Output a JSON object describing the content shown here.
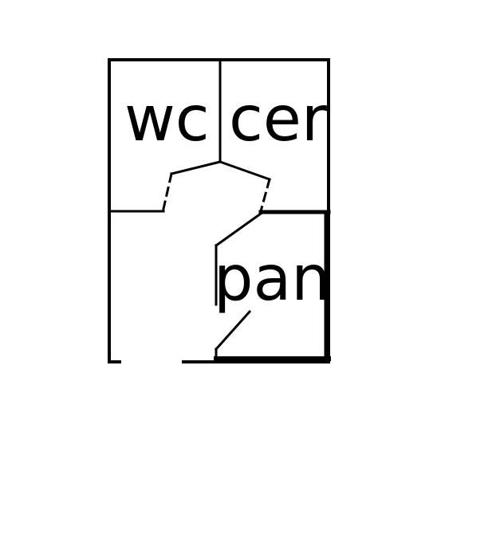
{
  "rooms": {
    "wc": "wc",
    "cer": "cer",
    "pan": "pan"
  },
  "colors": {
    "line": "#000000",
    "background": "#ffffff"
  }
}
